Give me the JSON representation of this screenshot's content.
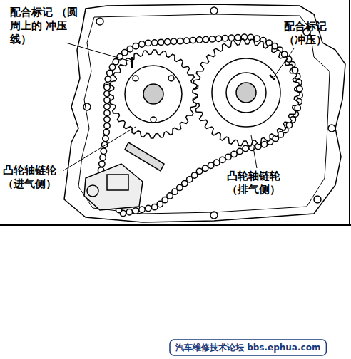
{
  "diagram": {
    "labels": [
      "配合标记 （圆周上的 冲压线）",
      "配合标记 （冲压）",
      "凸轮轴链轮 （进气侧）",
      "凸轮轴链轮 （排气侧）",
      "汽车维修技术论坛 bbs.ephua.com"
    ]
  }
}
